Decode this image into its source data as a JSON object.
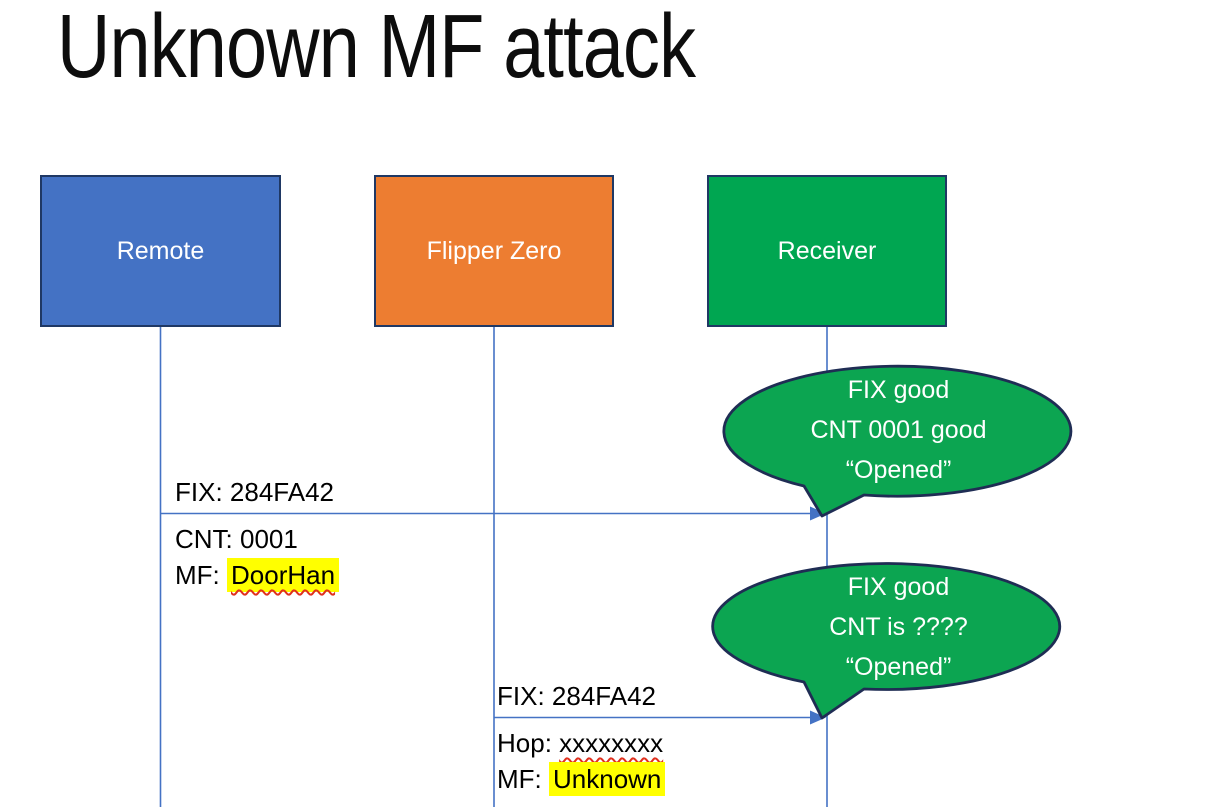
{
  "title": "Unknown MF attack",
  "actors": [
    {
      "id": "remote",
      "label": "Remote",
      "fill": "#4472C4"
    },
    {
      "id": "flipper-zero",
      "label": "Flipper Zero",
      "fill": "#ED7D31"
    },
    {
      "id": "receiver",
      "label": "Receiver",
      "fill": "#00A651"
    }
  ],
  "messages": [
    {
      "from": "remote",
      "to": "receiver",
      "above": "FIX: 284FA42",
      "below": [
        {
          "prefix": "CNT: ",
          "value": "0001",
          "highlight": false,
          "spellcheck_underline": false
        },
        {
          "prefix": "MF: ",
          "value": "DoorHan",
          "highlight": true,
          "spellcheck_underline": true
        }
      ]
    },
    {
      "from": "flipper-zero",
      "to": "receiver",
      "above": "FIX: 284FA42",
      "below": [
        {
          "prefix": "Hop: ",
          "value": "xxxxxxxx",
          "highlight": false,
          "spellcheck_underline": true
        },
        {
          "prefix": "MF: ",
          "value": "Unknown",
          "highlight": true,
          "spellcheck_underline": false
        }
      ]
    }
  ],
  "callouts": [
    {
      "attached_to": "receiver",
      "lines": [
        "FIX good",
        "CNT 0001 good",
        "“Opened”"
      ]
    },
    {
      "attached_to": "receiver",
      "lines": [
        "FIX good",
        "CNT is ????",
        "“Opened”"
      ]
    }
  ],
  "colors": {
    "actor_remote_fill": "#4472C4",
    "actor_flipper_fill": "#ED7D31",
    "actor_receiver_fill": "#00A651",
    "shape_outline": "#1F3864",
    "callout_fill": "#0CA551",
    "callout_outline": "#1F2D54",
    "lifeline_and_arrow": "#4472C4",
    "highlight": "#FFFF00",
    "spellcheck_underline": "#E0301E",
    "title_text": "#0D0D0D",
    "actor_text": "#FFFFFF",
    "callout_text": "#FFFFFF",
    "message_text": "#000000"
  }
}
